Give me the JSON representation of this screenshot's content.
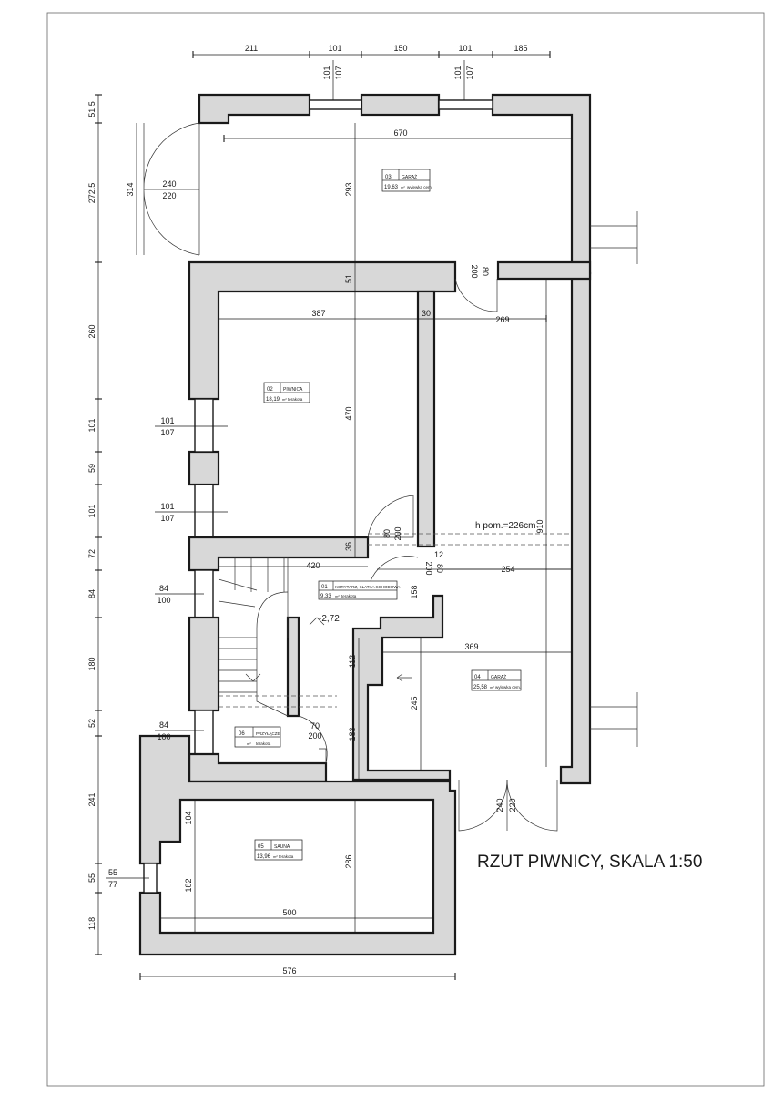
{
  "plan": {
    "title": "RZUT PIWNICY, SKALA 1:50",
    "height_note": "h pom.=226cm",
    "level_mark": "-2,72"
  },
  "dims_top": [
    "211",
    "101",
    "150",
    "101",
    "185"
  ],
  "dims_left": [
    "51.5",
    "272.5",
    "260",
    "101",
    "59",
    "101",
    "72",
    "84",
    "180",
    "52",
    "241",
    "55",
    "118"
  ],
  "dims_inner": {
    "garage_top_width": "670",
    "garage_top_depth": "293",
    "wall_51": "51",
    "d387": "387",
    "d30": "30",
    "d269": "269",
    "d470": "470",
    "d910": "910",
    "d420": "420",
    "d36": "36",
    "d254": "254",
    "d12": "12",
    "d158": "158",
    "d369": "369",
    "d112": "112",
    "d245": "245",
    "d183": "183",
    "d104": "104",
    "d182": "182",
    "d286": "286",
    "d500": "500",
    "d576": "576",
    "d314": "314"
  },
  "openings": {
    "win_top_a": [
      "101",
      "107"
    ],
    "win_top_b": [
      "101",
      "107"
    ],
    "gate_left": [
      "240",
      "220"
    ],
    "door_garage": [
      "200",
      "80"
    ],
    "win_left_a": [
      "101",
      "107"
    ],
    "win_left_b": [
      "101",
      "107"
    ],
    "door_piwnica": [
      "80",
      "200"
    ],
    "door_corr": [
      "200",
      "80"
    ],
    "win_stair": [
      "84",
      "100"
    ],
    "door_przylacze": [
      "70",
      "200"
    ],
    "win_przylacze": [
      "84",
      "100"
    ],
    "gate_bottom": [
      "240",
      "220"
    ],
    "win_sauna": [
      "55",
      "77"
    ]
  },
  "rooms": [
    {
      "num": "03",
      "name": "GARAŻ",
      "area": "19,63",
      "unit": "m²",
      "finish": "wylewka cem."
    },
    {
      "num": "02",
      "name": "PIWNICA",
      "area": "18,19",
      "unit": "m²",
      "finish": "terakota"
    },
    {
      "num": "01",
      "name": "KORYTARZ, KLATKA SCHODOWA",
      "area": "9,33",
      "unit": "m²",
      "finish": "terakota"
    },
    {
      "num": "04",
      "name": "GARAŻ",
      "area": "25,58",
      "unit": "m²",
      "finish": "wylewka cem."
    },
    {
      "num": "06",
      "name": "PRZYŁĄCZE",
      "area": "",
      "unit": "m²",
      "finish": "terakota"
    },
    {
      "num": "05",
      "name": "SAUNA",
      "area": "13,96",
      "unit": "m²",
      "finish": "terakota"
    }
  ]
}
